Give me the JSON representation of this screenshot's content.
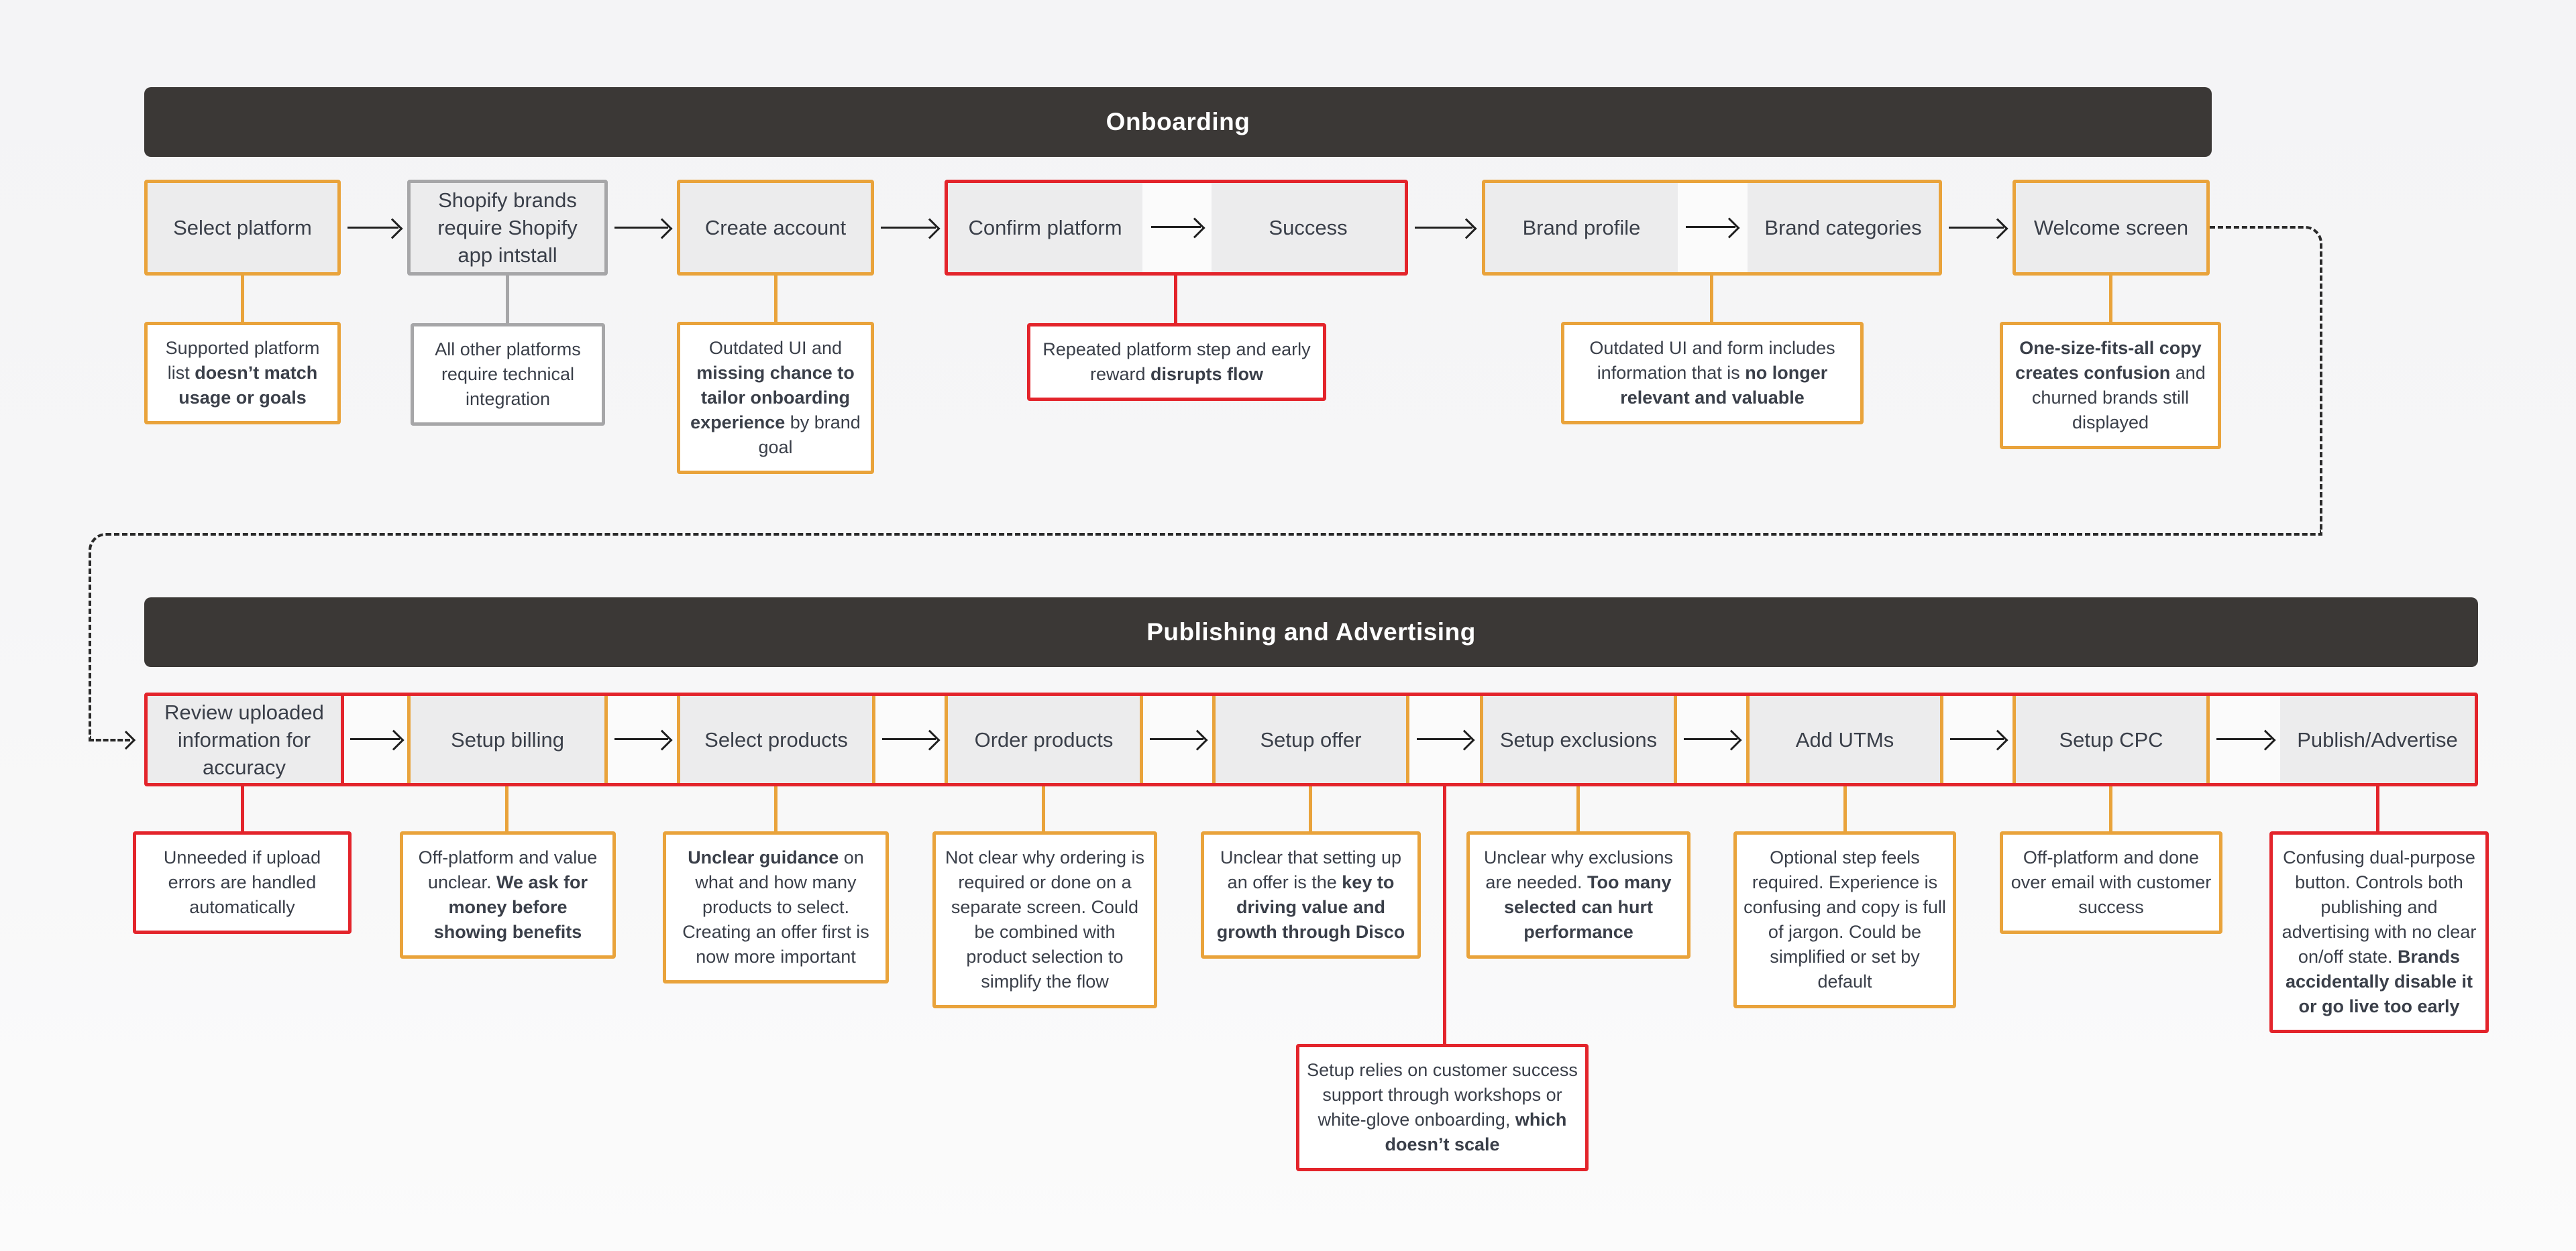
{
  "colors": {
    "accent-orange": "#E9A33B",
    "accent-red": "#E3242B",
    "neutral-gray": "#A6A6A8",
    "header-bg": "#3B3836",
    "box-fill": "#ECECED",
    "note-fill": "#FFFFFF",
    "ink": "#3A3F49"
  },
  "sections": {
    "onboarding": {
      "title": "Onboarding",
      "steps": [
        {
          "label": "Select platform",
          "severity": "warning"
        },
        {
          "label": "Shopify brands require Shopify app intstall",
          "severity": "neutral"
        },
        {
          "label": "Create account",
          "severity": "warning"
        },
        {
          "label": "Confirm platform",
          "severity": "issue"
        },
        {
          "label": "Success",
          "severity": "issue"
        },
        {
          "label": "Brand profile",
          "severity": "warning"
        },
        {
          "label": "Brand categories",
          "severity": "warning"
        },
        {
          "label": "Welcome screen",
          "severity": "warning"
        }
      ],
      "notes": [
        {
          "text": "Supported platform list **doesn’t match usage or goals**",
          "severity": "warning"
        },
        {
          "text": "All other platforms require technical integration",
          "severity": "neutral"
        },
        {
          "text": "Outdated UI and **missing chance to tailor onboarding experience** by brand goal",
          "severity": "warning"
        },
        {
          "text": "Repeated platform step and early reward **disrupts flow**",
          "severity": "issue"
        },
        {
          "text": "Outdated UI and form includes information that is **no longer relevant and valuable**",
          "severity": "warning"
        },
        {
          "text": "**One-size-fits-all copy creates confusion** and churned brands still displayed",
          "severity": "warning"
        }
      ]
    },
    "publishing": {
      "title": "Publishing and Advertising",
      "steps": [
        {
          "label": "Review uploaded information for accuracy",
          "severity": "issue"
        },
        {
          "label": "Setup billing",
          "severity": "warning"
        },
        {
          "label": "Select products",
          "severity": "warning"
        },
        {
          "label": "Order products",
          "severity": "warning"
        },
        {
          "label": "Setup offer",
          "severity": "warning"
        },
        {
          "label": "Setup exclusions",
          "severity": "warning"
        },
        {
          "label": "Add UTMs",
          "severity": "warning"
        },
        {
          "label": "Setup CPC",
          "severity": "warning"
        },
        {
          "label": "Publish/Advertise",
          "severity": "issue"
        }
      ],
      "notes": [
        {
          "text": "Unneeded if upload errors are handled automatically",
          "severity": "issue"
        },
        {
          "text": "Off-platform and value unclear. **We ask for money before showing benefits**",
          "severity": "warning"
        },
        {
          "text": "**Unclear guidance** on what and how many products to select. Creating an offer first is now more important",
          "severity": "warning"
        },
        {
          "text": "Not clear why ordering is required or done on a separate screen. Could be combined with product selection to simplify the flow",
          "severity": "warning"
        },
        {
          "text": "Unclear that setting up an offer is the **key to driving value and growth through Disco**",
          "severity": "warning"
        },
        {
          "text": "Unclear why exclusions are needed. **Too many selected can hurt performance**",
          "severity": "warning"
        },
        {
          "text": "Optional step feels required. Experience is confusing and copy is full of jargon. Could be simplified or set by default",
          "severity": "warning"
        },
        {
          "text": "Off-platform and done over email with customer success",
          "severity": "warning"
        },
        {
          "text": "Confusing dual-purpose button. Controls both publishing and advertising with no clear on/off state. **Brands accidentally disable it or go live too early**",
          "severity": "issue"
        },
        {
          "text": "Setup relies on customer success support through workshops or white-glove onboarding, **which doesn’t scale**",
          "severity": "issue"
        }
      ]
    }
  }
}
